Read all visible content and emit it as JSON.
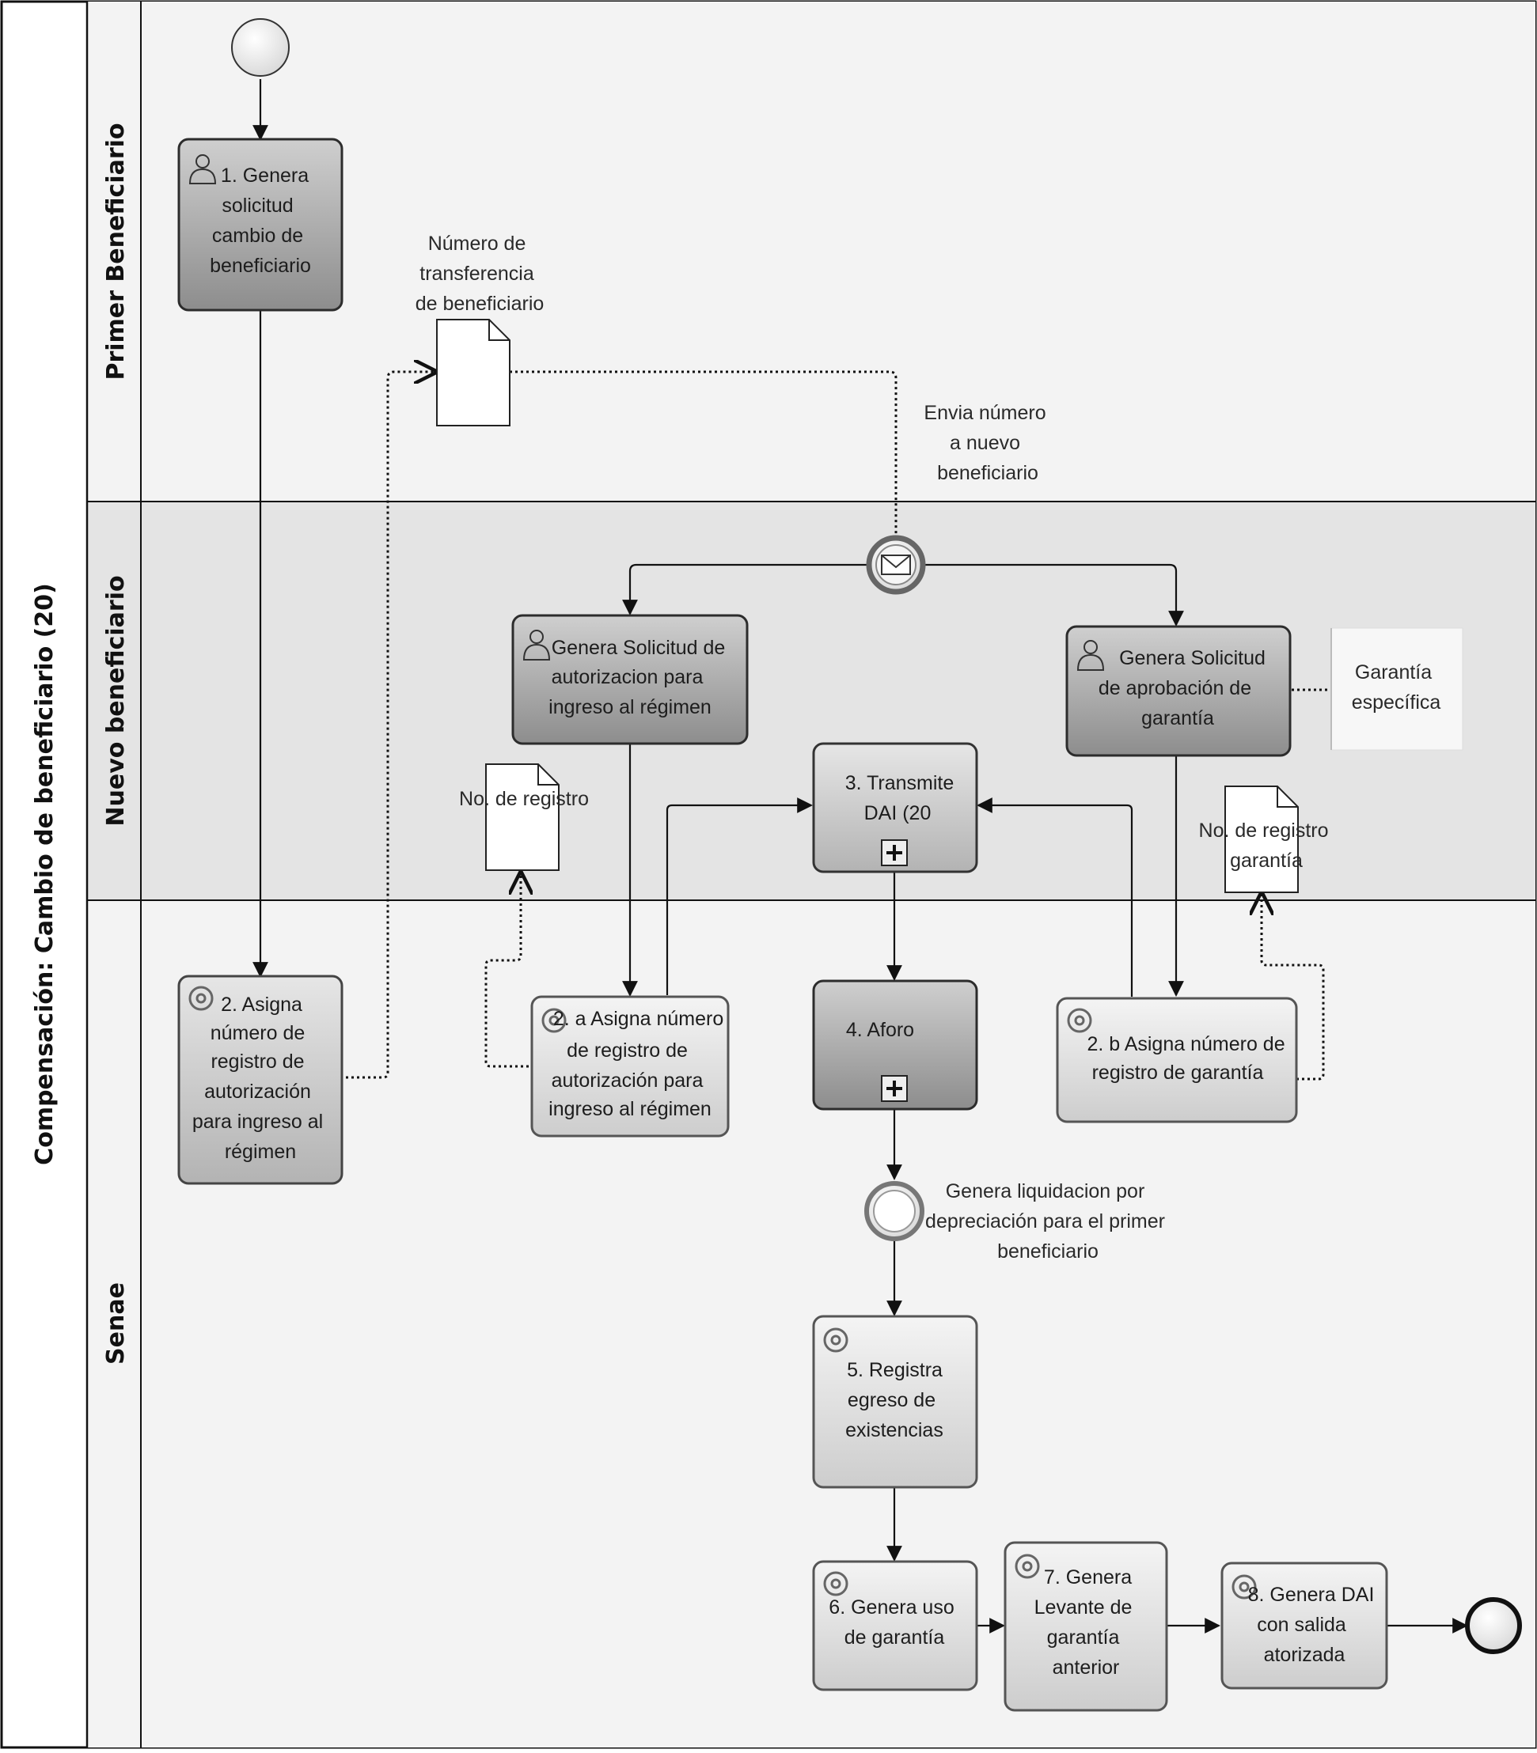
{
  "pool": {
    "title": "Compensación: Cambio de beneficiario (20)"
  },
  "lanes": [
    {
      "id": "primer",
      "label": "Primer Beneficiario"
    },
    {
      "id": "nuevo",
      "label": "Nuevo beneficiario"
    },
    {
      "id": "senae",
      "label": "Senae"
    }
  ],
  "tasks": {
    "t1": [
      "1. Genera",
      "solicitud",
      "cambio de",
      "beneficiario"
    ],
    "t2": [
      "2. Asigna",
      "número de",
      "registro de",
      "autorización",
      "para ingreso al",
      "régimen"
    ],
    "gsa": [
      "Genera Solicitud de",
      "autorizacion para",
      "ingreso al régimen"
    ],
    "gsg": [
      "Genera Solicitud",
      "de aprobación de",
      "garantía"
    ],
    "t2a": [
      "2. a Asigna número",
      "de registro de",
      "autorización para",
      "ingreso al régimen"
    ],
    "t3": [
      "3. Transmite",
      "DAI (20"
    ],
    "t4": [
      "4. Aforo"
    ],
    "t2b": [
      "2. b Asigna número de",
      "registro de garantía"
    ],
    "t5": [
      "5. Registra",
      "egreso de",
      "existencias"
    ],
    "t6": [
      "6. Genera uso",
      "de garantía"
    ],
    "t7": [
      "7. Genera",
      "Levante de",
      "garantía",
      "anterior"
    ],
    "t8": [
      "8. Genera DAI",
      "con salida",
      "atorizada"
    ]
  },
  "documents": {
    "num_transferencia": [
      "Número de",
      "transferencia",
      "de beneficiario"
    ],
    "no_registro": [
      "No. de registro"
    ],
    "no_registro_garantia": [
      "No. de registro",
      "garantía"
    ]
  },
  "annotations": {
    "envia": [
      "Envia número",
      "a nuevo",
      "beneficiario"
    ],
    "garantia_especifica": [
      "Garantía",
      "específica"
    ],
    "genera_liquidacion": [
      "Genera liquidacion por",
      "depreciación para el primer",
      "beneficiario"
    ]
  },
  "colors": {
    "lane_primer": "#f2f2f2",
    "lane_nuevo": "#e6e6e6",
    "lane_senae": "#f2f2f2",
    "task_dark": "#a3a3a3",
    "task_mid": "#c4c4c4",
    "task_light": "#dcdcdc",
    "border": "#333333"
  }
}
